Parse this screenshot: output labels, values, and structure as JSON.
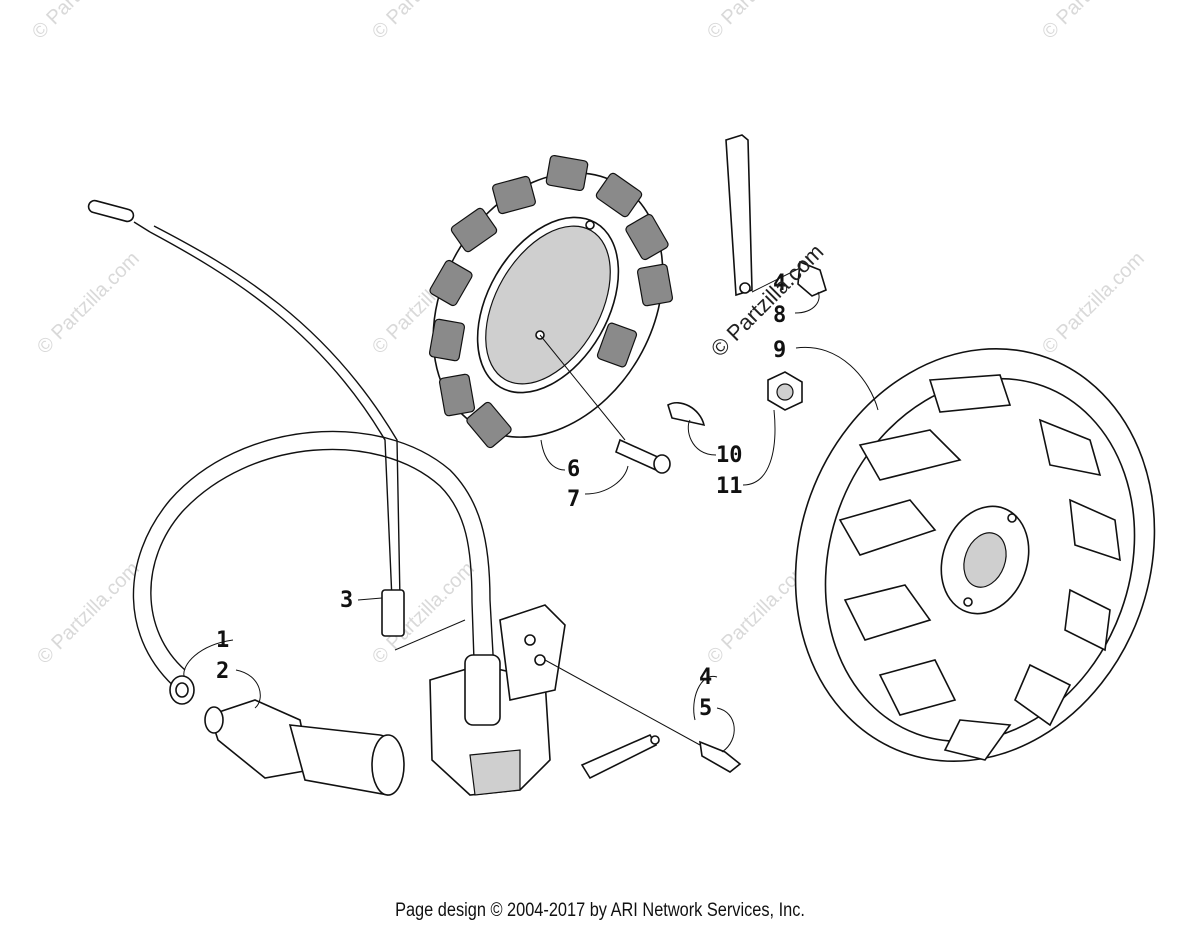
{
  "watermark": {
    "brand": "© Partzilla.com",
    "center": "© Partzilla.com"
  },
  "callouts": {
    "c1": "1",
    "c2": "2",
    "c3": "3",
    "c4a": "4",
    "c5": "5",
    "c6": "6",
    "c7": "7",
    "c4b": "4",
    "c8": "8",
    "c9": "9",
    "c10": "10",
    "c11": "11"
  },
  "footer": {
    "text": "Page design © 2004-2017 by ARI Network Services, Inc."
  }
}
